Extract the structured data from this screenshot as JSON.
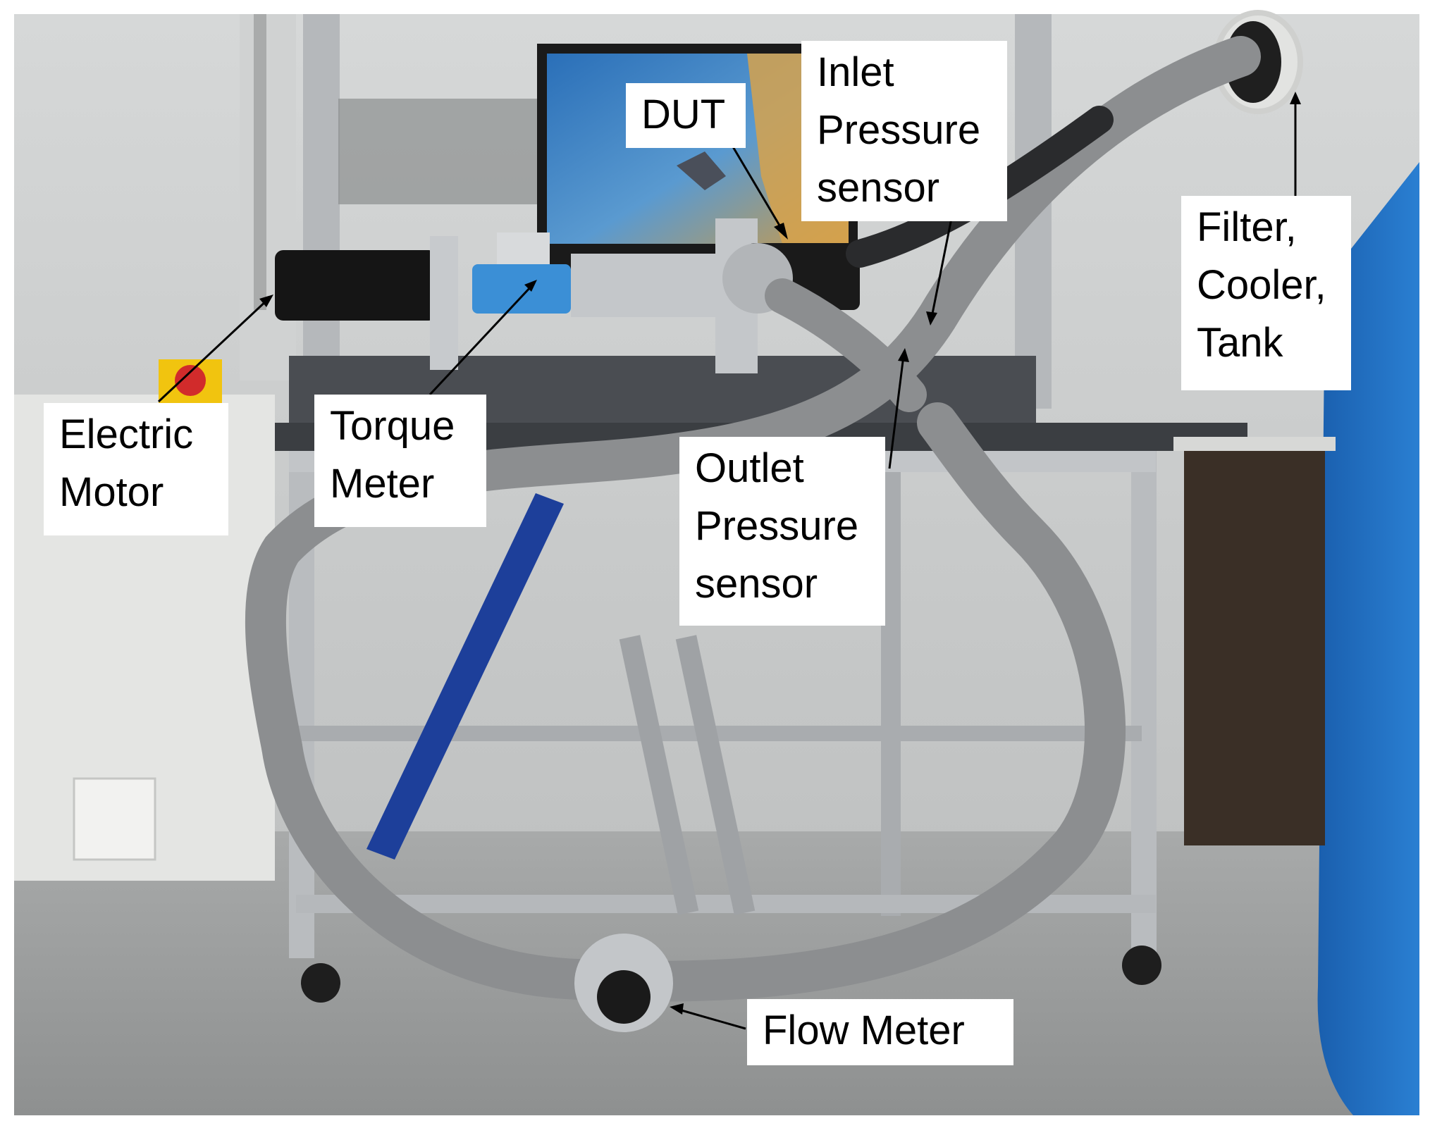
{
  "labels": {
    "dut": [
      "DUT"
    ],
    "inlet_pressure_sensor": [
      "Inlet",
      "Pressure",
      "sensor"
    ],
    "filter_cooler_tank": [
      "Filter,",
      "Cooler,",
      "Tank"
    ],
    "electric_motor": [
      "Electric",
      "Motor"
    ],
    "torque_meter": [
      "Torque",
      "Meter"
    ],
    "outlet_pressure_sensor": [
      "Outlet",
      "Pressure",
      "sensor"
    ],
    "flow_meter": [
      "Flow Meter"
    ]
  },
  "colors": {
    "floor": "#9a9c9c",
    "wall": "#c9cbcb",
    "pipe_insulation": "#8c8e90",
    "cabinet_blue": "#1f6fc2",
    "frame_aluminium": "#b9bcbf",
    "strut_blue": "#1d3f9a",
    "table_top": "#3b3e42",
    "coupling_blue": "#3b8fd6",
    "screen_sky": "#2f77c0"
  }
}
